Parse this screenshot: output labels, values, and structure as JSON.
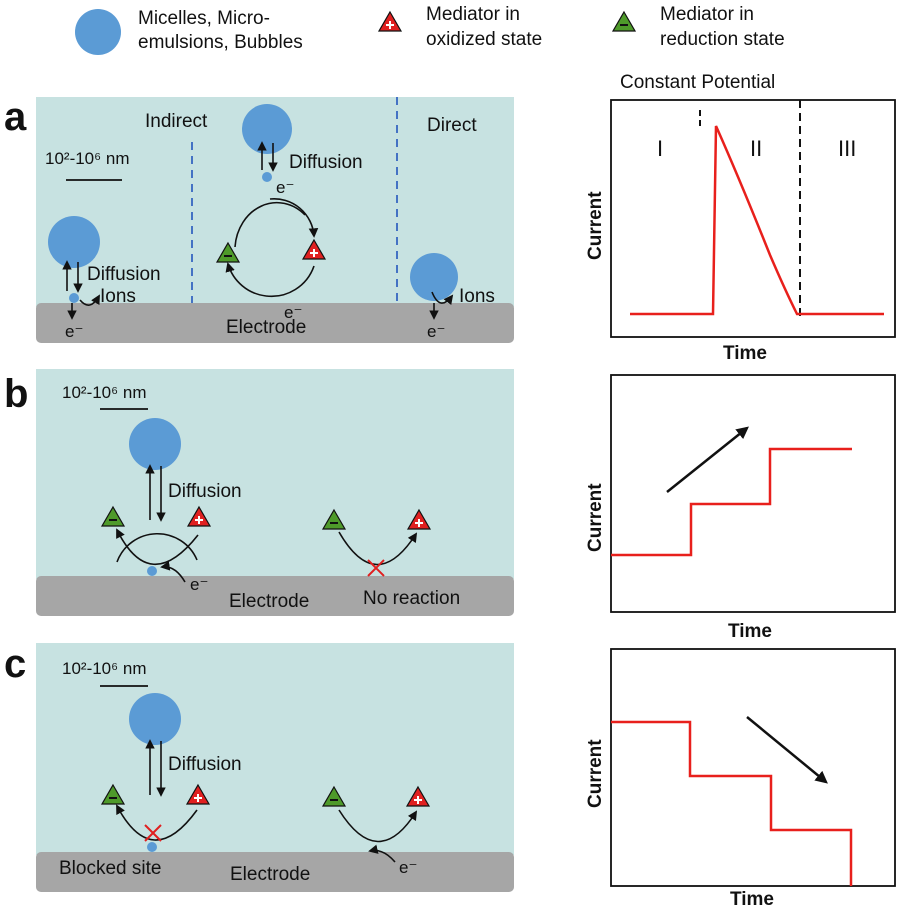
{
  "legend": {
    "particle": "Micelles, Micro-emulsions, Bubbles",
    "particle_line1": "Micelles, Micro-",
    "particle_line2": "emulsions, Bubbles",
    "oxidized_line1": "Mediator in",
    "oxidized_line2": "oxidized state",
    "reduced_line1": "Mediator in",
    "reduced_line2": "reduction state"
  },
  "colors": {
    "solution": "#c7e2e1",
    "electrode": "#a6a6a6",
    "particle": "#5b9bd5",
    "oxidized": "#e02020",
    "reduced": "#4e9a2a",
    "current": "#e8201c",
    "divider": "#4472c4"
  },
  "panels": {
    "a": {
      "letter": "a",
      "indirect": "Indirect",
      "direct": "Direct",
      "scale": "10²-10⁶ nm",
      "diffusion_left": "Diffusion",
      "ions_left": "Ions",
      "electron_left": "e⁻",
      "diffusion_middle": "Diffusion",
      "electron_top": "e⁻",
      "electron_bottom": "e⁻",
      "electrode": "Electrode",
      "ions_right": "Ions",
      "electron_right": "e⁻"
    },
    "b": {
      "letter": "b",
      "scale": "10²-10⁶ nm",
      "diffusion": "Diffusion",
      "electron": "e⁻",
      "electrode": "Electrode",
      "no_reaction": "No reaction"
    },
    "c": {
      "letter": "c",
      "scale": "10²-10⁶ nm",
      "diffusion": "Diffusion",
      "blocked": "Blocked site",
      "electrode": "Electrode",
      "electron": "e⁻"
    }
  },
  "chart_data": [
    {
      "type": "line",
      "title": "Constant Potential",
      "xlabel": "Time",
      "ylabel": "Current",
      "regions": [
        "I",
        "II",
        "III"
      ],
      "description_shape": "baseline, sharp spike, decay back to baseline"
    },
    {
      "type": "line",
      "title": "",
      "xlabel": "Time",
      "ylabel": "Current",
      "trend": "increasing steps"
    },
    {
      "type": "line",
      "title": "",
      "xlabel": "Time",
      "ylabel": "Current",
      "trend": "decreasing steps"
    }
  ]
}
